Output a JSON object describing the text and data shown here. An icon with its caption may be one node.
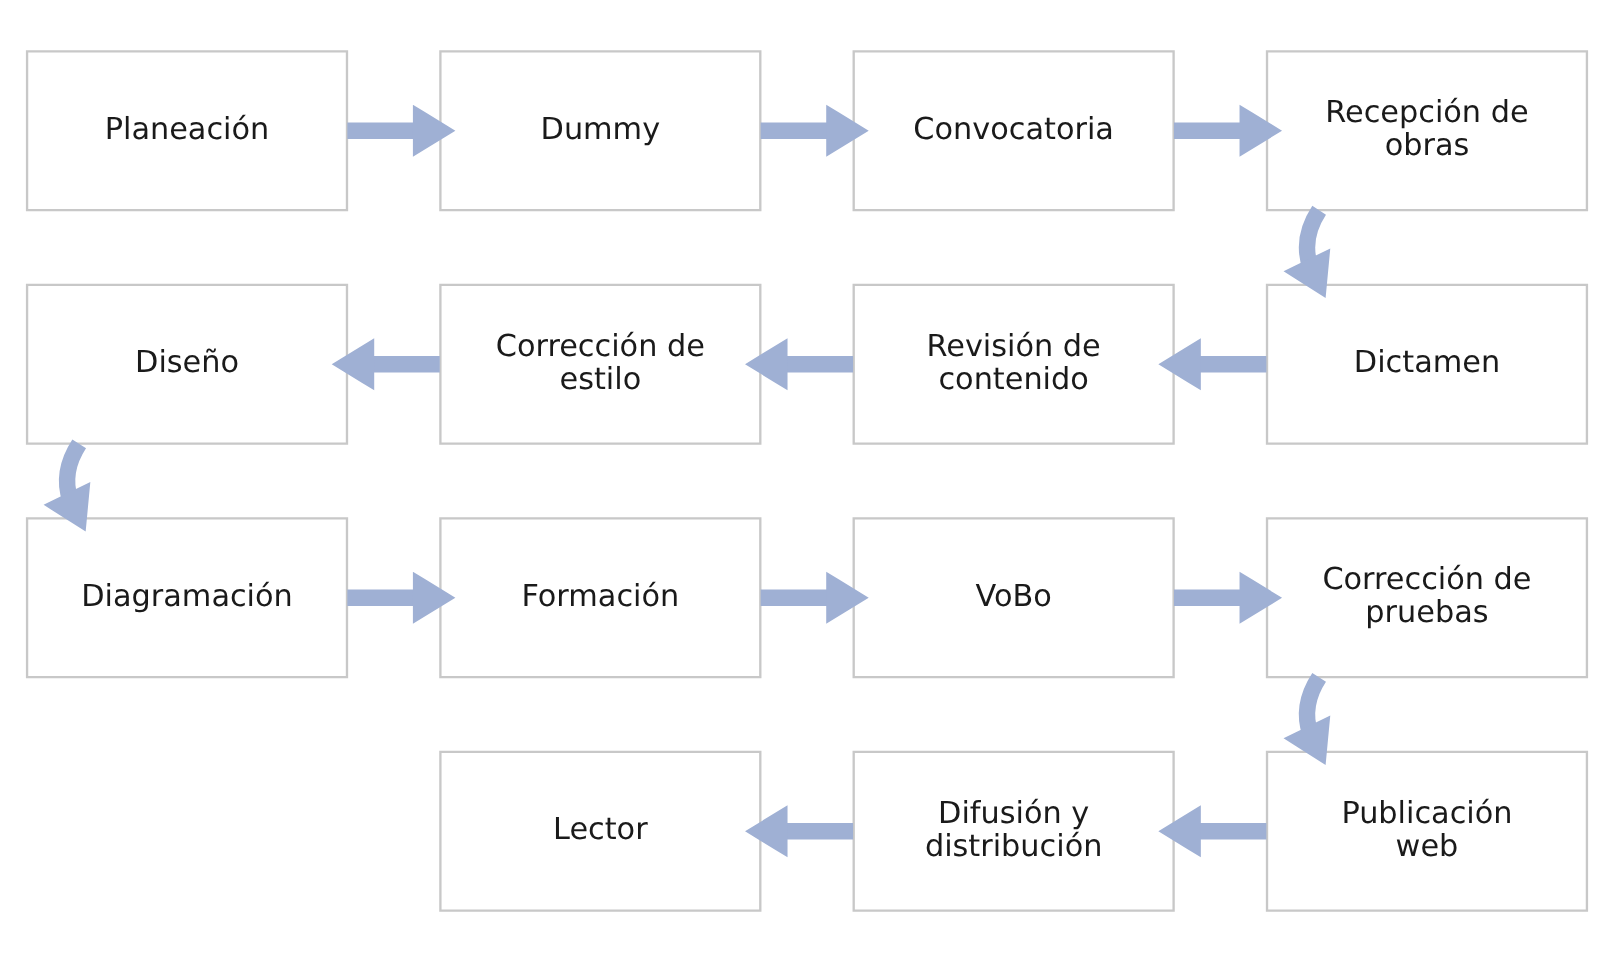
{
  "diagram": {
    "nodes": [
      {
        "text": [
          "Planeación"
        ]
      },
      {
        "text": [
          "Dummy"
        ]
      },
      {
        "text": [
          "Convocatoria"
        ]
      },
      {
        "text": [
          "Recepción de obras"
        ]
      },
      {
        "text": [
          "Diseño"
        ]
      },
      {
        "text": [
          "Corrección de estilo"
        ]
      },
      {
        "text": [
          "Revisión de contenido"
        ]
      },
      {
        "text": [
          "Dictamen"
        ]
      },
      {
        "text": [
          "Diagramación"
        ]
      },
      {
        "text": [
          "Formación"
        ]
      },
      {
        "text": [
          "VoBo"
        ]
      },
      {
        "text": [
          "Corrección de pruebas"
        ]
      },
      {
        "text": [
          "Lector"
        ]
      },
      {
        "text": [
          "Difusión y distribución"
        ]
      },
      {
        "text": [
          "Publicación web"
        ]
      }
    ],
    "edges": [
      {
        "from": 0,
        "to": 1,
        "arrow": "to"
      },
      {
        "from": 1,
        "to": 2,
        "arrow": "to"
      },
      {
        "from": 2,
        "to": 3,
        "arrow": "to"
      },
      {
        "from": 3,
        "to": 7,
        "arrow": "to"
      },
      {
        "from": 7,
        "to": 6,
        "arrow": "to"
      },
      {
        "from": 6,
        "to": 5,
        "arrow": "to"
      },
      {
        "from": 5,
        "to": 4,
        "arrow": "to"
      },
      {
        "from": 4,
        "to": 8,
        "arrow": "to"
      },
      {
        "from": 8,
        "to": 9,
        "arrow": "to"
      },
      {
        "from": 9,
        "to": 10,
        "arrow": "to"
      },
      {
        "from": 10,
        "to": 11,
        "arrow": "to"
      },
      {
        "from": 11,
        "to": 14,
        "arrow": "to"
      },
      {
        "from": 14,
        "to": 13,
        "arrow": "to"
      },
      {
        "from": 13,
        "to": 12,
        "arrow": "to"
      }
    ]
  }
}
